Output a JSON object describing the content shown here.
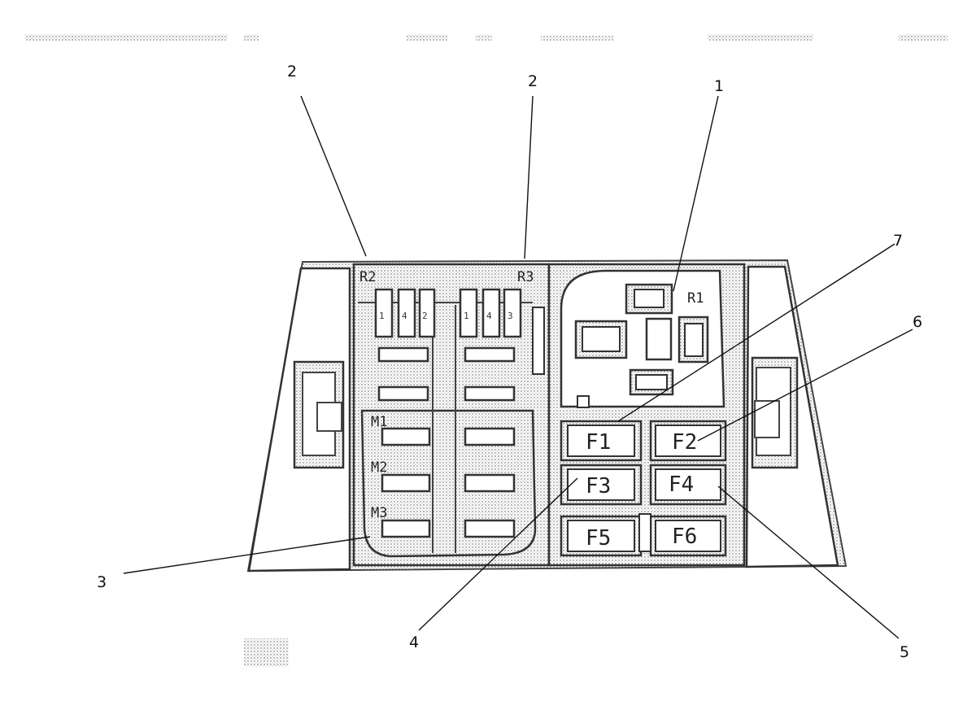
{
  "callouts": {
    "c1": "1",
    "c2a": "2",
    "c2b": "2",
    "c3": "3",
    "c4": "4",
    "c5": "5",
    "c6": "6",
    "c7": "7"
  },
  "board": {
    "r1": "R1",
    "r2": "R2",
    "r3": "R3",
    "m1": "M1",
    "m2": "M2",
    "m3": "M3"
  },
  "fuses": [
    "F1",
    "F2",
    "F3",
    "F4",
    "F5",
    "F6"
  ],
  "connector_pins": {
    "left": [
      "1",
      "4",
      "2"
    ],
    "right": [
      "1",
      "4",
      "3"
    ]
  },
  "colors": {
    "line": "#111111",
    "shade": "#bdbdbd"
  }
}
